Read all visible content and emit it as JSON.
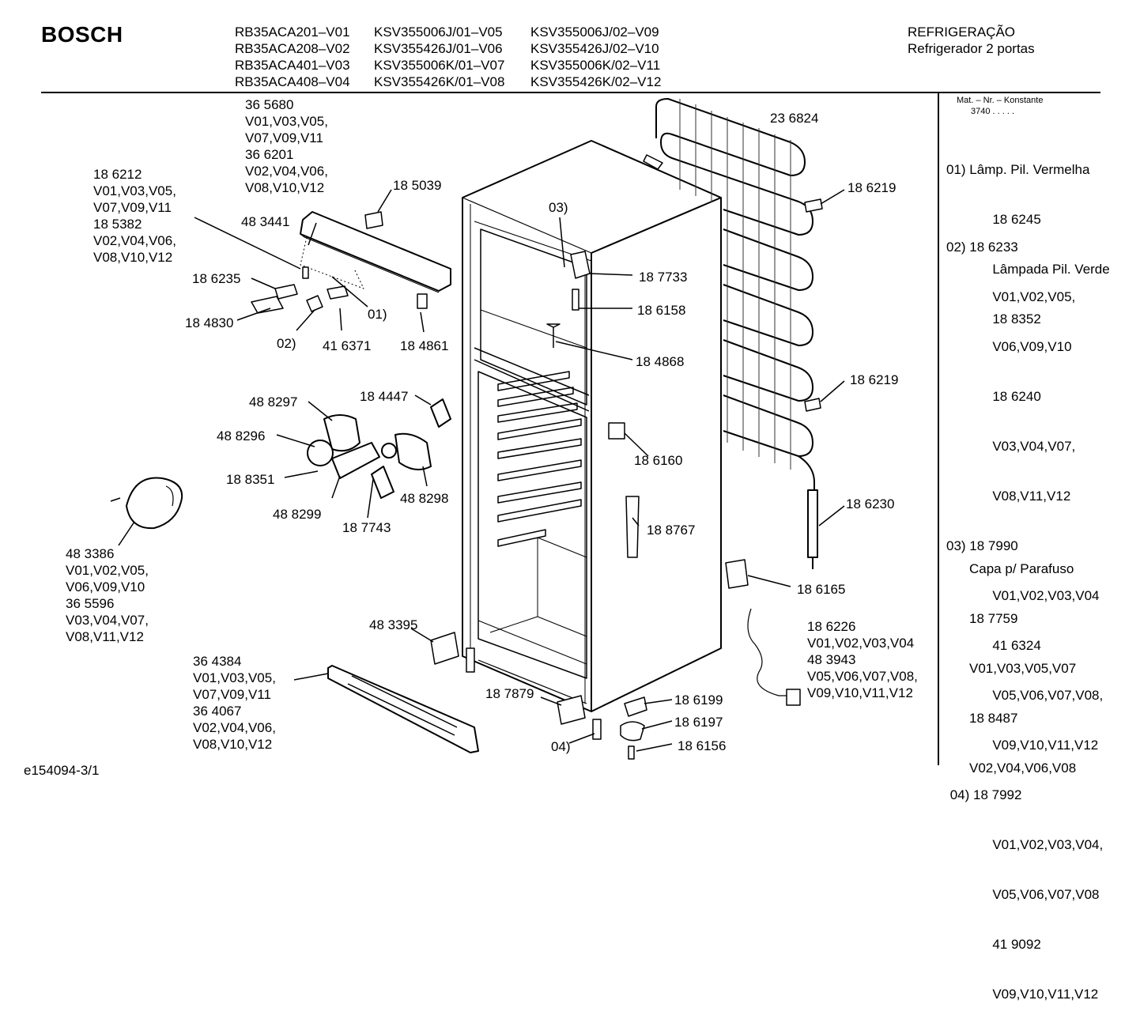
{
  "header": {
    "brand": "BOSCH",
    "models": [
      [
        "RB35ACA201–V01",
        "KSV355006J/01–V05",
        "KSV355006J/02–V09"
      ],
      [
        "RB35ACA208–V02",
        "KSV355426J/01–V06",
        "KSV355426J/02–V10"
      ],
      [
        "RB35ACA401–V03",
        "KSV355006K/01–V07",
        "KSV355006K/02–V11"
      ],
      [
        "RB35ACA408–V04",
        "KSV355426K/01–V08",
        "KSV355426K/02–V12"
      ]
    ],
    "category": "REFRIGERAÇÃO",
    "subcategory": "Refrigerador 2 portas"
  },
  "sidebar": {
    "mat_label": "Mat. – Nr. – Konstante",
    "mat_value": "3740  .  .  .  .  .",
    "notes": [
      "01) Lâmp. Pil. Vermelha",
      "      18 6245",
      "      Lâmpada Pil. Verde",
      "      18 8352",
      "",
      "02) 18 6233",
      "      V01,V02,V05,",
      "      V06,V09,V10",
      "      18 6240",
      "      V03,V04,V07,",
      "      V08,V11,V12",
      "03) 18 7990",
      "      V01,V02,V03,V04",
      "      41 6324",
      "      V05,V06,V07,V08,",
      "      V09,V10,V11,V12",
      " 04) 18 7992",
      "      V01,V02,V03,V04,",
      "      V05,V06,V07,V08",
      "      41 9092",
      "      V09,V10,V11,V12"
    ],
    "capa": [
      "Capa p/ Parafuso",
      "18 7759",
      "V01,V03,V05,V07",
      "18 8487",
      "V02,V04,V06,V08"
    ]
  },
  "labels": {
    "l365680": "36 5680\nV01,V03,V05,\nV07,V09,V11\n36 6201\nV02,V04,V06,\nV08,V10,V12",
    "l186212": "18 6212\nV01,V03,V05,\nV07,V09,V11\n18 5382\nV02,V04,V06,\nV08,V10,V12",
    "l185039": "18 5039",
    "l483441": "48 3441",
    "l186235": "18 6235",
    "l184830": "18 4830",
    "n02": "02)",
    "l416371": "41 6371",
    "n01": "01)",
    "l184861": "18 4861",
    "n03": "03)",
    "l236824": "23 6824",
    "l186219a": "18 6219",
    "l187733": "18 7733",
    "l186158": "18 6158",
    "l184868": "18 4868",
    "l186219b": "18 6219",
    "l488297": "48 8297",
    "l184447": "18 4447",
    "l488296": "48 8296",
    "l188351": "18 8351",
    "l488299": "48 8299",
    "l187743": "18 7743",
    "l488298": "48 8298",
    "l186160": "18 6160",
    "l186230": "18 6230",
    "l188767": "18 8767",
    "l483386": "48 3386\nV01,V02,V05,\nV06,V09,V10\n36 5596\nV03,V04,V07,\nV08,V11,V12",
    "l186165": "18 6165",
    "l483395": "48 3395",
    "l186226": "18 6226\nV01,V02,V03,V04\n48 3943\nV05,V06,V07,V08,\nV09,V10,V11,V12",
    "l364384": "36 4384\nV01,V03,V05,\nV07,V09,V11\n36 4067\nV02,V04,V06,\nV08,V10,V12",
    "l187879": "18 7879",
    "l186199": "18 6199",
    "l186197": "18 6197",
    "n04": "04)",
    "l186156": "18 6156"
  },
  "footer": {
    "doc_id": "e154094-3/1"
  }
}
